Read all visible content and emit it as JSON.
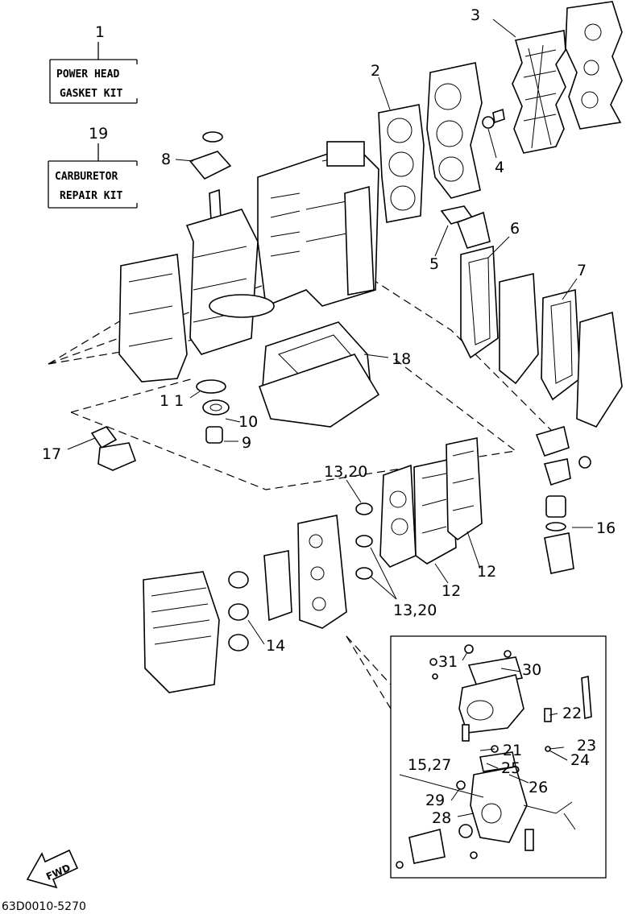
{
  "kits": {
    "power_head": {
      "ref": "1",
      "line1": "POWER HEAD",
      "line2": "GASKET KIT"
    },
    "carburetor": {
      "ref": "19",
      "line1": "CARBURETOR",
      "line2": "REPAIR KIT"
    }
  },
  "callouts": {
    "c2": "2",
    "c3": "3",
    "c4": "4",
    "c5": "5",
    "c6": "6",
    "c7": "7",
    "c8": "8",
    "c9": "9",
    "c10": "10",
    "c11": "1 1",
    "c12a": "12",
    "c12b": "12",
    "c13a": "13,20",
    "c13b": "13,20",
    "c14": "14",
    "c16": "16",
    "c17": "17",
    "c18": "18",
    "c21": "21",
    "c22": "22",
    "c23": "23",
    "c24": "24",
    "c25": "25",
    "c26": "26",
    "c15": "15,27",
    "c28": "28",
    "c29": "29",
    "c30": "30",
    "c31": "31"
  },
  "fwd_label": "FWD",
  "drawing_code": "63D0010-5270"
}
